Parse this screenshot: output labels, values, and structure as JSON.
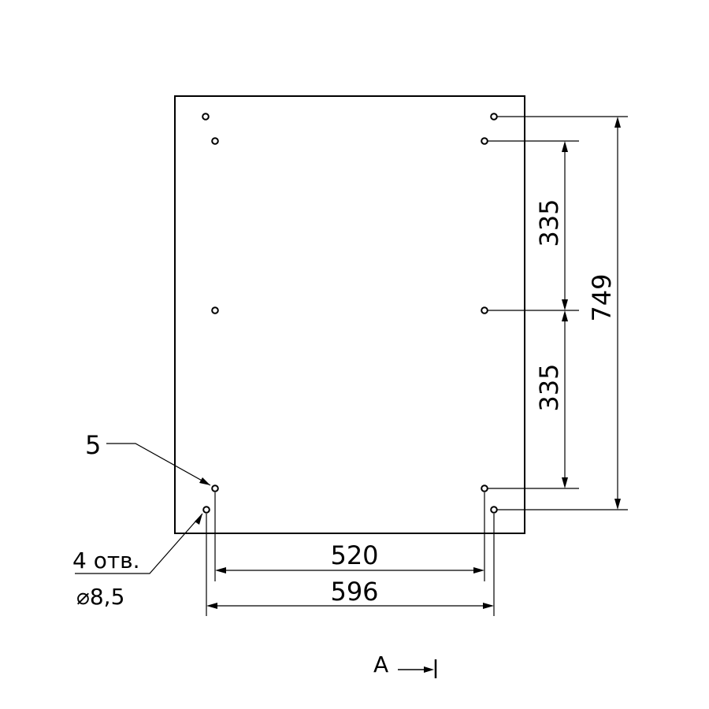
{
  "colors": {
    "ink": "#000000",
    "background": "#ffffff"
  },
  "dimensions": {
    "vertical_upper": "335",
    "vertical_lower": "335",
    "vertical_total": "749",
    "horizontal_inner": "520",
    "horizontal_outer": "596"
  },
  "callouts": {
    "item_number": "5",
    "hole_count": "4 отв.",
    "hole_diameter": "⌀8,5"
  },
  "view_marker": {
    "label": "А"
  }
}
